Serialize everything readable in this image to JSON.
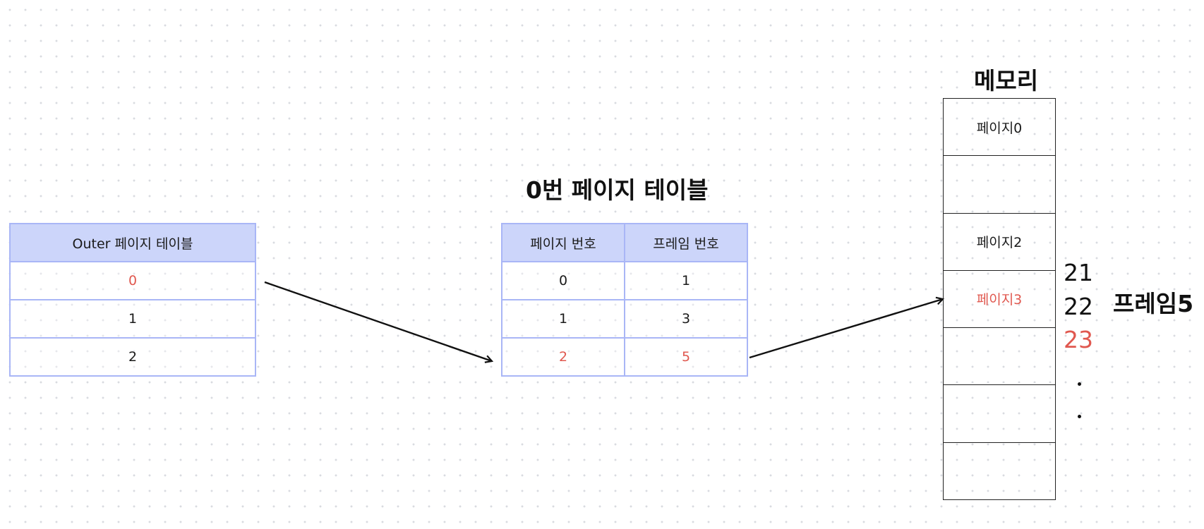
{
  "outer_table": {
    "header": "Outer 페이지 테이블",
    "rows": [
      "0",
      "1",
      "2"
    ]
  },
  "inner_table": {
    "title": "0번 페이지 테이블",
    "headers": [
      "페이지 번호",
      "프레임 번호"
    ],
    "rows": [
      [
        "0",
        "1"
      ],
      [
        "1",
        "3"
      ],
      [
        "2",
        "5"
      ]
    ]
  },
  "memory": {
    "title": "메모리",
    "cells": [
      "페이지0",
      "",
      "페이지2",
      "페이지3",
      "",
      "",
      ""
    ],
    "addresses": [
      "21",
      "22",
      "23"
    ],
    "frame_label": "프레임5"
  },
  "colors": {
    "highlight": "#e0584f",
    "table_header_bg": "#ccd5fa",
    "table_border": "#a9b6f6"
  }
}
